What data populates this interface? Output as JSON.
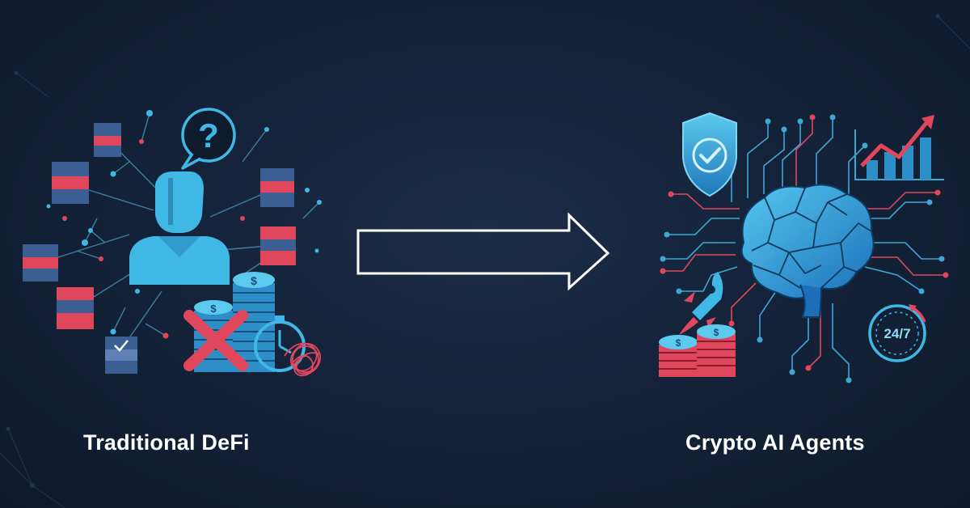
{
  "captions": {
    "left": "Traditional DeFi",
    "right": "Crypto AI Agents"
  },
  "badges": {
    "clock_label": "24/7"
  },
  "colors": {
    "background": "#14233a",
    "cyan_accent": "#3fb8e6",
    "red_accent": "#e0475d",
    "arrow_outline": "#ffffff"
  },
  "icons": {
    "left": [
      "person-icon",
      "question-bubble-icon",
      "blockchain-cube-icon",
      "coin-stack-icon",
      "red-x-icon",
      "stopwatch-icon",
      "tangled-scribble-icon",
      "checkmark-cube-icon"
    ],
    "right": [
      "shield-check-icon",
      "growth-chart-icon",
      "brain-icon",
      "rocket-icon",
      "coin-stack-icon",
      "clock-24-7-icon",
      "circuit-lines-icon"
    ]
  }
}
